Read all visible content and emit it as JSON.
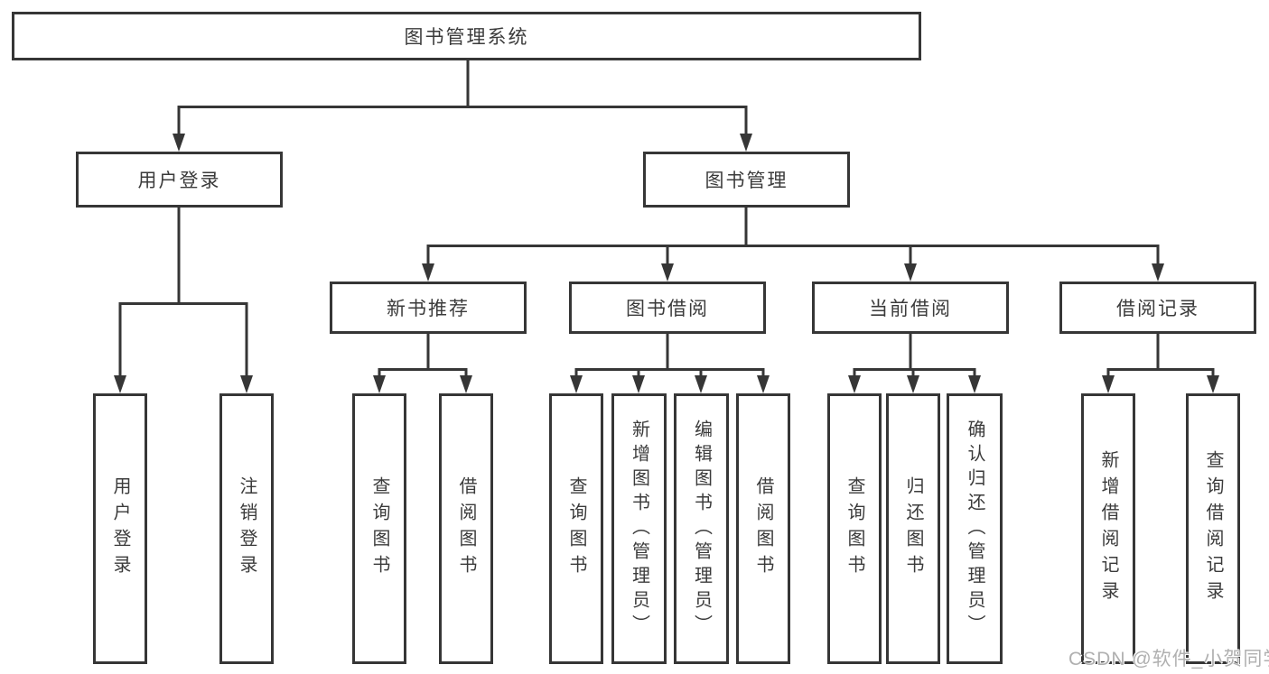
{
  "colors": {
    "line": "#363636",
    "box_border": "#363636",
    "text": "#3b3b3b",
    "watermark": "#b0b0b0",
    "background": "#ffffff"
  },
  "diagram": {
    "root": {
      "label": "图书管理系统"
    },
    "branches": [
      {
        "label": "用户登录",
        "leaves": [
          "用户登录",
          "注销登录"
        ]
      },
      {
        "label": "图书管理",
        "sections": [
          {
            "label": "新书推荐",
            "leaves": [
              "查询图书",
              "借阅图书"
            ]
          },
          {
            "label": "图书借阅",
            "leaves": [
              "查询图书",
              "新增图书（管理员）",
              "编辑图书（管理员）",
              "借阅图书"
            ]
          },
          {
            "label": "当前借阅",
            "leaves": [
              "查询图书",
              "归还图书",
              "确认归还（管理员）"
            ]
          },
          {
            "label": "借阅记录",
            "leaves": [
              "新增借阅记录",
              "查询借阅记录"
            ]
          }
        ]
      }
    ]
  },
  "watermark": {
    "text": "CSDN @软件_小贺同学"
  }
}
